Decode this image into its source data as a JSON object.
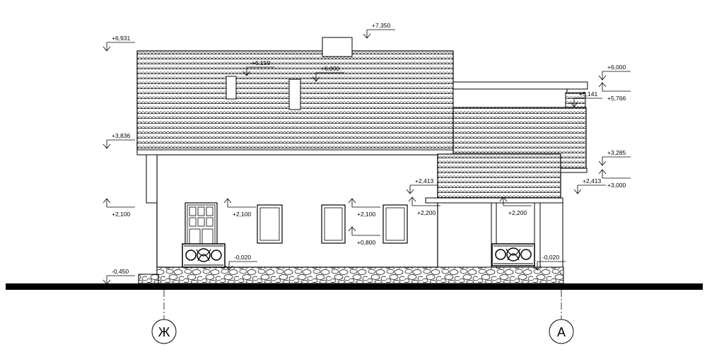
{
  "drawing": {
    "elevation_marks": {
      "m6931": "+6,931",
      "m7350": "+7,350",
      "m6159": "+6,159",
      "m6000a": "+6,000",
      "m6000b": "+6,000",
      "m5141": "+5,141",
      "m5766": "+5,766",
      "m3836": "+3,836",
      "m3285": "+3,285",
      "m2413a": "+2,413",
      "m2413b": "+2,413",
      "m3000": "+3,000",
      "m2100a": "+2,100",
      "m2100b": "+2,100",
      "m2100c": "+2,100",
      "m2200a": "+2,200",
      "m2200b": "+2,200",
      "m0800": "+0,800",
      "m0020a": "-0,020",
      "m0020b": "-0,020",
      "m0450": "-0,450"
    },
    "axes": {
      "left": "Ж",
      "right": "А"
    }
  }
}
